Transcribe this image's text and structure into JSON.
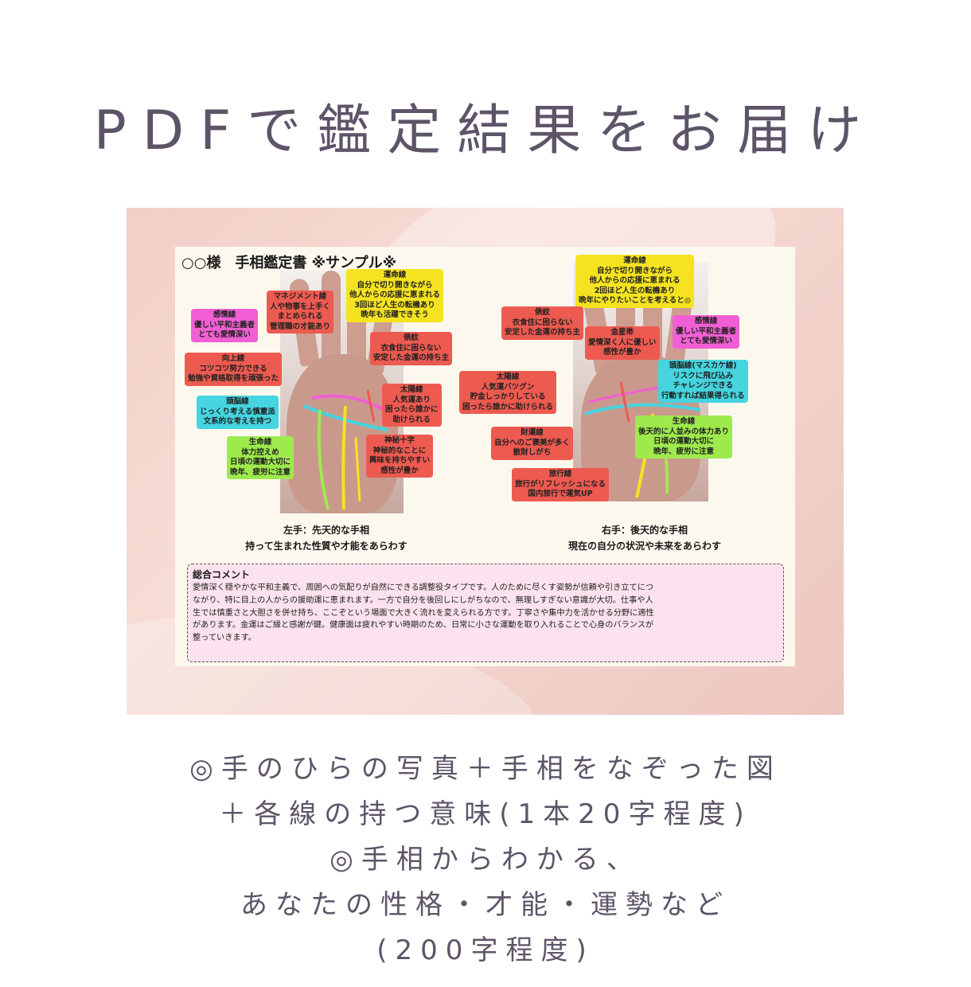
{
  "headline": "PDFで鑑定結果をお届け",
  "sheet": {
    "title": "○○様　手相鑑定書 ※サンプル※",
    "left_labels": [
      {
        "id": "unmei",
        "text": "運命線\n自分で切り開きながら\n他人からの応援に恵まれる\n3回ほど人生の転機あり\n晩年も活躍できそう"
      },
      {
        "id": "management",
        "text": "マネジメント線\n人や物事を上手く\nまとめられる\n管理職の才能あり"
      },
      {
        "id": "kanjou",
        "text": "感情線\n優しい平和主義者\nとても愛情深い"
      },
      {
        "id": "koujou",
        "text": "向上線\nコツコツ努力できる\n勉強や資格取得を頑張った"
      },
      {
        "id": "zunou",
        "text": "頭脳線\nじっくり考える慎重派\n文系的な考えを持つ"
      },
      {
        "id": "seimei",
        "text": "生命線\n体力控えめ\n日頃の運動大切に\n晩年、疲労に注意"
      },
      {
        "id": "tawara",
        "text": "俵紋\n衣食住に困らない\n安定した金運の持ち主"
      },
      {
        "id": "taiyou",
        "text": "太陽線\n人気運あり\n困ったら誰かに\n助けられる"
      },
      {
        "id": "shinpi",
        "text": "神秘十字\n神秘的なことに\n興味を持ちやすい\n感性が豊か"
      }
    ],
    "right_labels": [
      {
        "id": "unmei",
        "text": "運命線\n自分で切り開きながら\n他人からの応援に恵まれる\n2回ほど人生の転機あり\n晩年にやりたいことを考えると◎"
      },
      {
        "id": "tawara",
        "text": "俵紋\n衣食住に困らない\n安定した金運の持ち主"
      },
      {
        "id": "kinsei",
        "text": "金星帯\n愛情深く人に優しい\n感性が豊か"
      },
      {
        "id": "kanjou",
        "text": "感情線\n優しい平和主義者\nとても愛情深い"
      },
      {
        "id": "zunou",
        "text": "頭脳線(マスカケ線)\nリスクに飛び込み\nチャレンジできる\n行動すれば結果得られる"
      },
      {
        "id": "taiyou",
        "text": "太陽線\n人気運バツグン\n貯金しっかりしている\n困ったら誰かに助けられる"
      },
      {
        "id": "seimei",
        "text": "生命線\n後天的に人並みの体力あり\n日頃の運動大切に\n晩年、疲労に注意"
      },
      {
        "id": "zaiun",
        "text": "財運線\n自分へのご褒美が多く\n散財しがち"
      },
      {
        "id": "ryokou",
        "text": "旅行線\n旅行がリフレッシュになる\n国内旅行で運気UP"
      }
    ],
    "left_caption": "左手：先天的な手相\n持って生まれた性質や才能をあらわす",
    "right_caption": "右手：後天的な手相\n現在の自分の状況や未来をあらわす",
    "comment_title": "総合コメント",
    "comment_lines": [
      "愛情深く穏やかな平和主義で、周囲への気配りが自然にできる調整役タイプです。人のために尽くす姿勢が信頼や引き立てにつ",
      "ながり、特に目上の人からの援助運に恵まれます。一方で自分を後回しにしがちなので、無理しすぎない意識が大切。仕事や人",
      "生では慎重さと大胆さを併せ持ち、ここぞという場面で大きく流れを変えられる方です。丁寧さや集中力を活かせる分野に適性",
      "があります。金運はご縁と感謝が鍵。健康面は疲れやすい時期のため、日常に小さな運動を取り入れることで心身のバランスが",
      "整っていきます。"
    ]
  },
  "bottom_lines": [
    "◎手のひらの写真＋手相をなぞった図",
    "＋各線の持つ意味(1本20字程度)",
    "◎手相からわかる、",
    "あなたの性格・才能・運勢など",
    "(200字程度)"
  ]
}
